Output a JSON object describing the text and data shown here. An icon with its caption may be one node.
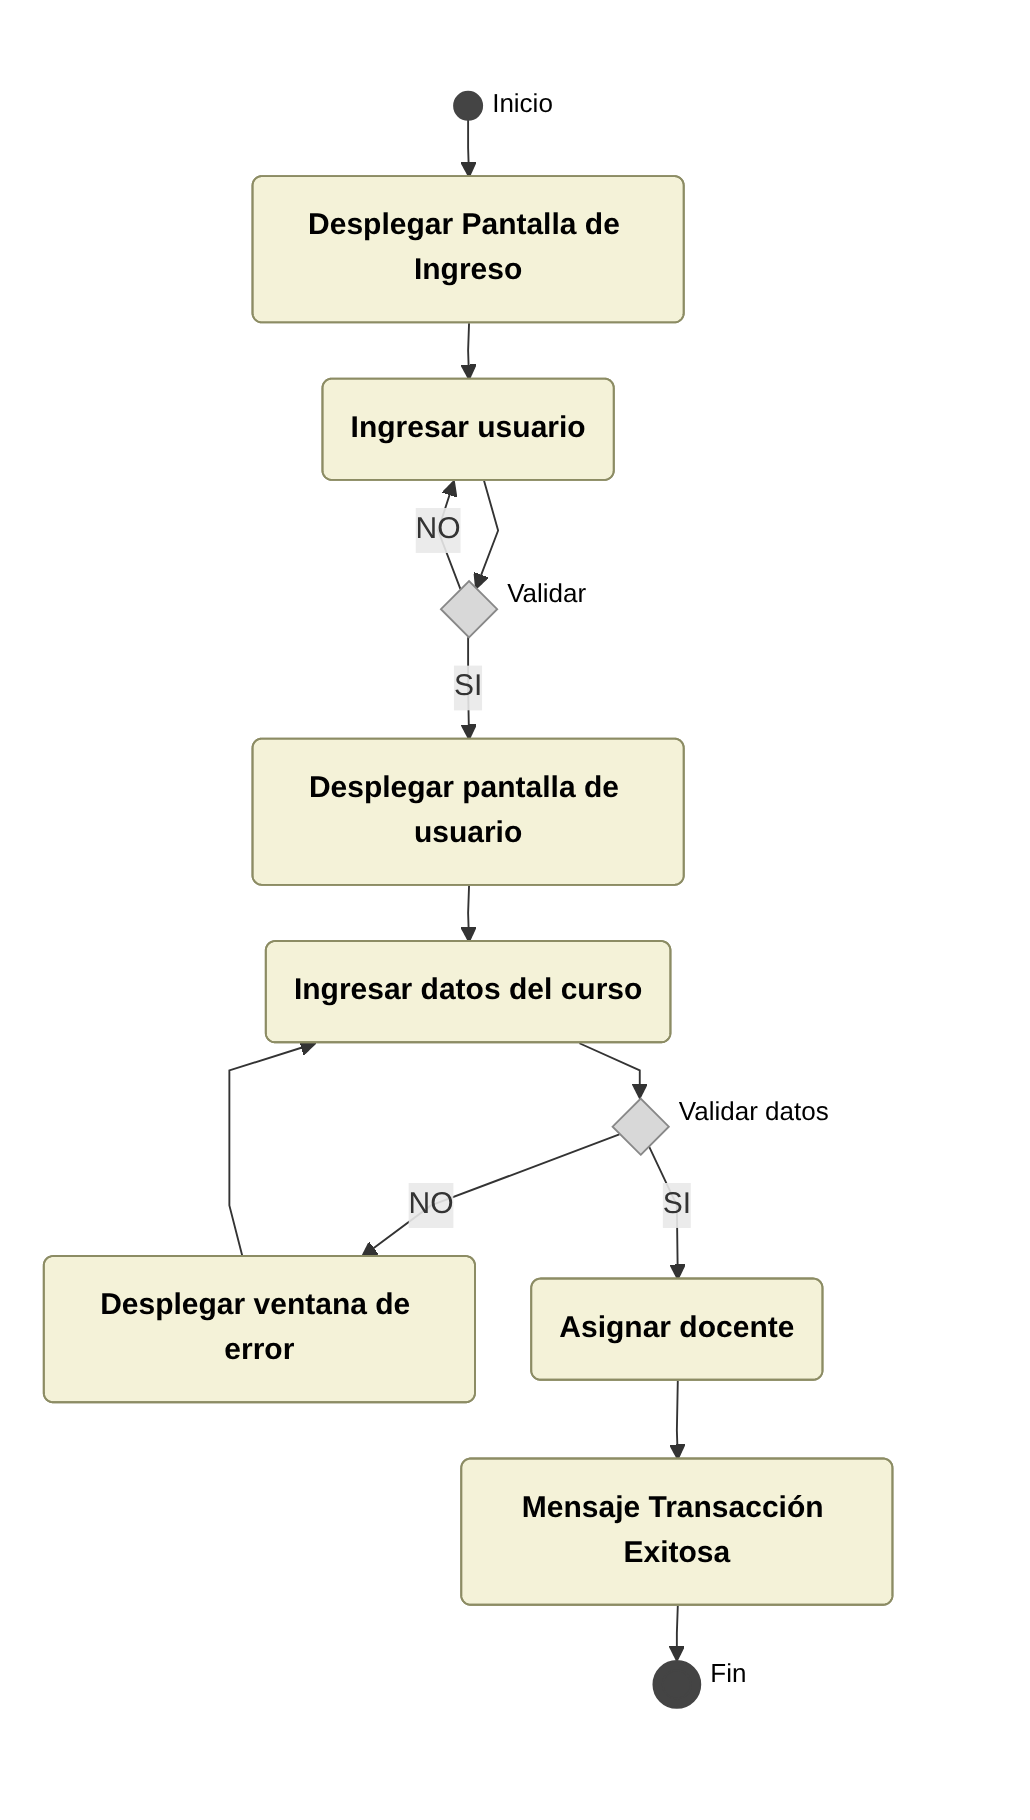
{
  "diagram": {
    "nodes": [
      {
        "text": [],
        "shape": "circle",
        "beside": [
          "Inicio"
        ]
      },
      {
        "text": [
          "Desplegar Pantalla de Ingreso"
        ]
      },
      {
        "text": [
          "Ingresar usuario"
        ]
      },
      {
        "text": [],
        "shape": "diamond",
        "beside": [
          "Validar"
        ]
      },
      {
        "text": [
          "Desplegar pantalla de usuario"
        ]
      },
      {
        "text": [
          "Ingresar datos del curso"
        ]
      },
      {
        "text": [],
        "shape": "diamond",
        "beside": [
          "Validar datos"
        ]
      },
      {
        "text": [
          "Desplegar ventana de error"
        ]
      },
      {
        "text": [
          "Asignar docente"
        ]
      },
      {
        "text": [
          "Mensaje Transacción Exitosa"
        ]
      },
      {
        "text": [],
        "shape": "circle",
        "beside": [
          "Fin"
        ]
      }
    ],
    "edges": [
      {
        "from": 0,
        "to": 1,
        "arrow": "to"
      },
      {
        "from": 1,
        "to": 2,
        "arrow": "to"
      },
      {
        "from": 2,
        "to": 3,
        "arrow": "to"
      },
      {
        "from": 3,
        "to": 2,
        "arrow": "to",
        "label": "NO"
      },
      {
        "from": 3,
        "to": 4,
        "arrow": "to",
        "label": "SI"
      },
      {
        "from": 4,
        "to": 5,
        "arrow": "to"
      },
      {
        "from": 5,
        "to": 6,
        "arrow": "to"
      },
      {
        "from": 6,
        "to": 7,
        "arrow": "to",
        "label": "NO"
      },
      {
        "from": 7,
        "to": 5,
        "arrow": "to"
      },
      {
        "from": 6,
        "to": 8,
        "arrow": "to",
        "label": "SI"
      },
      {
        "from": 8,
        "to": 9,
        "arrow": "to"
      },
      {
        "from": 9,
        "to": 10,
        "arrow": "to"
      }
    ]
  }
}
